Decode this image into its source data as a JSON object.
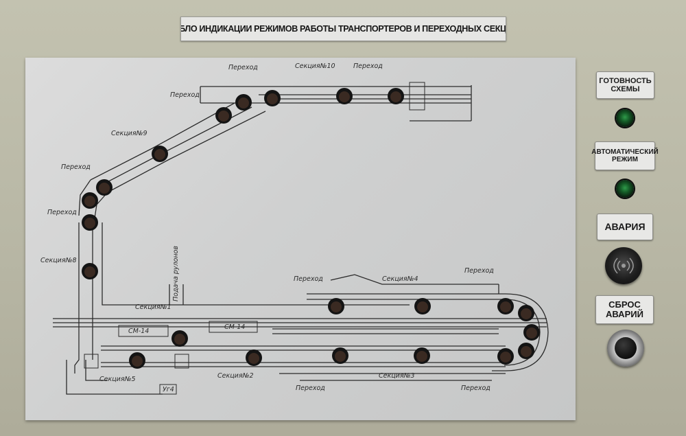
{
  "title": "ТАБЛО ИНДИКАЦИИ РЕЖИМОВ РАБОТЫ ТРАНСПОРТЕРОВ И ПЕРЕХОДНЫХ СЕКЦИЙ",
  "side_panel": {
    "ready_label": "ГОТОВНОСТЬ\nСХЕМЫ",
    "auto_label": "АВТОМАТИЧЕСКИЙ\nРЕЖИМ",
    "alarm_label": "АВАРИЯ",
    "reset_label": "СБРОС\nАВАРИЙ"
  },
  "scheme_labels": {
    "perekhod": "Переход",
    "sec1": "Секция№1",
    "sec2": "Секция№2",
    "sec3": "Секция№3",
    "sec4": "Секция№4",
    "sec5": "Секция№5",
    "sec8": "Секция№8",
    "sec9": "Секция№9",
    "sec10": "Секция№10",
    "cm1": "СМ-14",
    "cm2": "СМ-14",
    "box": "Уг4",
    "vertical": "Подача рулонов"
  },
  "lamp_color": "#3a2a22",
  "ready_lamp_color": "#1f7a36"
}
